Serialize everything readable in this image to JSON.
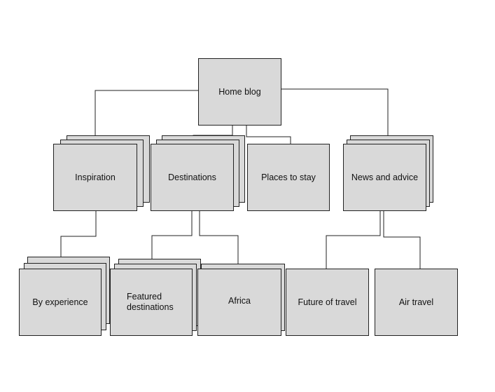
{
  "diagram": {
    "root": "Home blog",
    "level1": {
      "inspiration": "Inspiration",
      "destinations": "Destinations",
      "places_to_stay": "Places to stay",
      "news_and_advice": "News and advice"
    },
    "level2": {
      "by_experience": "By experience",
      "featured_destinations": "Featured\ndestinations",
      "africa": "Africa",
      "future_of_travel": "Future of travel",
      "air_travel": "Air travel"
    },
    "colors": {
      "box_fill": "#d9d9d9",
      "border": "#222222",
      "connector": "#222222"
    }
  }
}
